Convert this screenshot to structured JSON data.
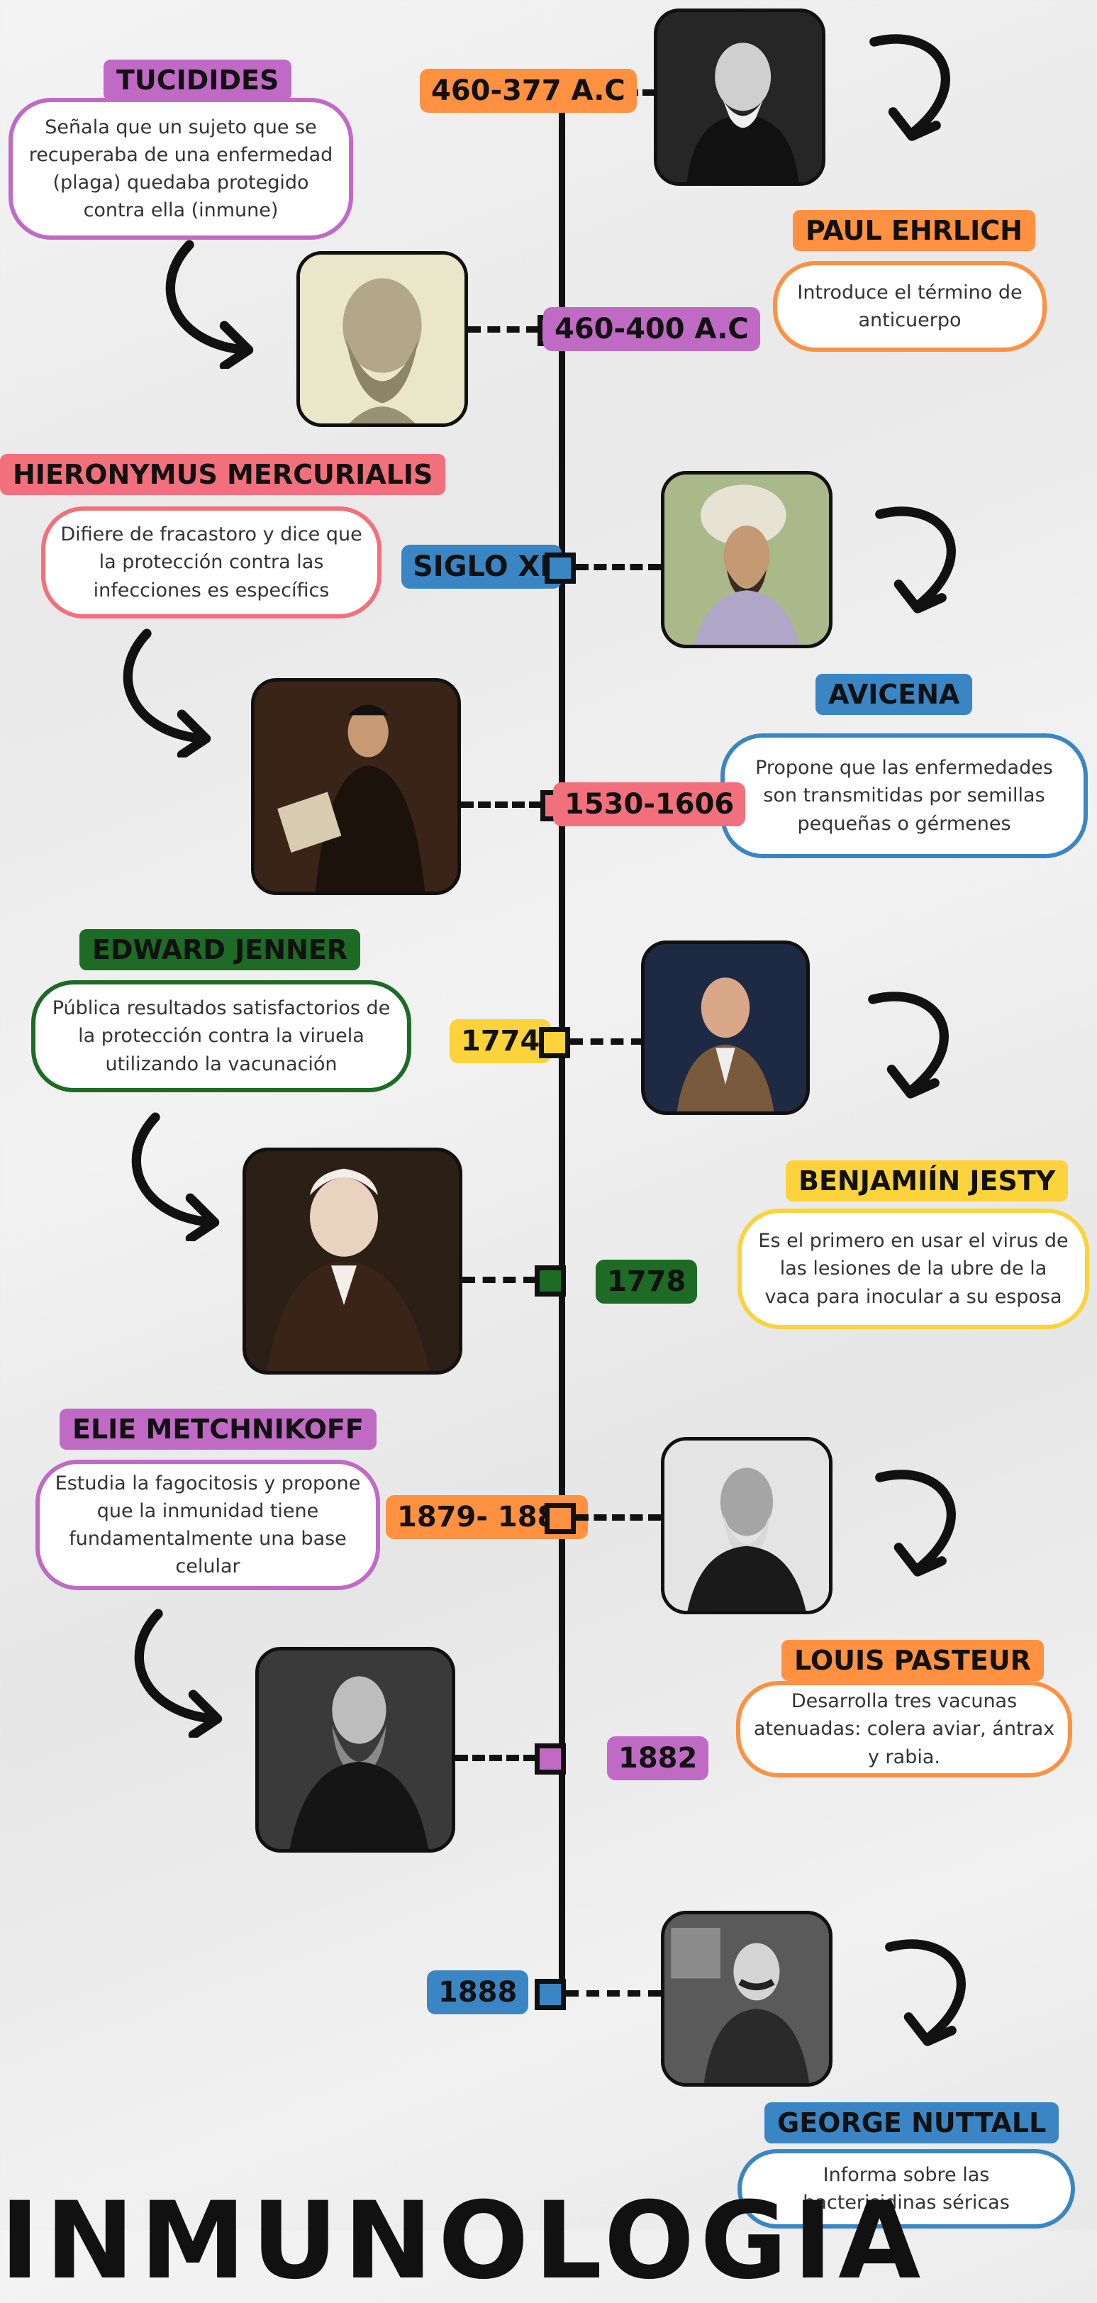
{
  "title": "INMUNOLOGIA",
  "colors": {
    "purple": "#c06ac6",
    "orange": "#ff9140",
    "pink": "#f2707c",
    "blue": "#3a86c4",
    "green": "#1d6b25",
    "yellow": "#fcd33a",
    "spine": "#111111"
  },
  "events": [
    {
      "date": "460-377 A.C",
      "name": "PAUL EHRLICH",
      "description": "Introduce el término de anticuerpo",
      "color": "orange",
      "portrait": "portrait-icon"
    },
    {
      "date": "460-400 A.C",
      "name": "TUCIDIDES",
      "description": "Señala que un sujeto que se recuperaba de una enfermedad (plaga) quedaba protegido contra ella (inmune)",
      "color": "purple",
      "portrait": "portrait-icon"
    },
    {
      "date": "SIGLO XI",
      "name": "AVICENA",
      "description": "Propone que las enfermedades son transmitidas por semillas pequeñas o gérmenes",
      "color": "blue",
      "portrait": "portrait-icon"
    },
    {
      "date": "1530-1606",
      "name": "HIERONYMUS MERCURIALIS",
      "description": "Difiere de fracastoro y dice que la protección contra las infecciones es específics",
      "color": "pink",
      "portrait": "portrait-icon"
    },
    {
      "date": "1774",
      "name": "BENJAMIÍN JESTY",
      "description": "Es el primero en usar el virus de las lesiones de la ubre de la vaca para inocular a su esposa",
      "color": "yellow",
      "portrait": "portrait-icon"
    },
    {
      "date": "1778",
      "name": "EDWARD JENNER",
      "description": "Pública resultados satisfactorios de la protección contra la viruela utilizando la vacunación",
      "color": "green",
      "portrait": "portrait-icon"
    },
    {
      "date": "1879- 1881",
      "name": "LOUIS PASTEUR",
      "description": "Desarrolla tres vacunas atenuadas: colera aviar, ántrax y rabia.",
      "color": "orange",
      "portrait": "portrait-icon"
    },
    {
      "date": "1882",
      "name": "ELIE METCHNIKOFF",
      "description": "Estudia la fagocitosis y propone que la inmunidad tiene fundamentalmente una base celular",
      "color": "purple",
      "portrait": "portrait-icon"
    },
    {
      "date": "1888",
      "name": "GEORGE NUTTALL",
      "description": "Informa sobre las bacterisidinas séricas",
      "color": "blue",
      "portrait": "portrait-icon"
    }
  ]
}
